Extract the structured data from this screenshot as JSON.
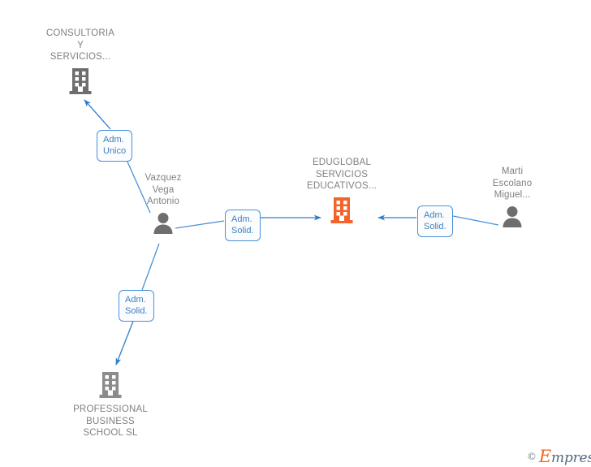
{
  "diagram": {
    "type": "company-relationship-network",
    "center_entity": "EDUGLOBAL SERVICIOS EDUCATIVOS...",
    "nodes": [
      {
        "id": "consultoria",
        "label": "CONSULTORIA\nY\nSERVICIOS...",
        "icon": "building-icon",
        "icon_color": "#6e6e6e",
        "kind": "company",
        "label_position": "above"
      },
      {
        "id": "vazquez",
        "label": "Vazquez\nVega\nAntonio",
        "icon": "person-icon",
        "icon_color": "#6e6e6e",
        "kind": "person",
        "label_position": "above"
      },
      {
        "id": "eduglobal",
        "label": "EDUGLOBAL\nSERVICIOS\nEDUCATIVOS...",
        "icon": "building-icon",
        "icon_color": "#f4632a",
        "kind": "company",
        "label_position": "above"
      },
      {
        "id": "marti",
        "label": "Marti\nEscolano\nMiguel...",
        "icon": "person-icon",
        "icon_color": "#6e6e6e",
        "kind": "person",
        "label_position": "above"
      },
      {
        "id": "professional",
        "label": "PROFESSIONAL\nBUSINESS\nSCHOOL SL",
        "icon": "building-icon",
        "icon_color": "#8c8c8c",
        "kind": "company",
        "label_position": "below"
      }
    ],
    "edges": [
      {
        "id": "e1",
        "from": "vazquez",
        "to": "consultoria",
        "label": "Adm.\nUnico"
      },
      {
        "id": "e2",
        "from": "vazquez",
        "to": "eduglobal",
        "label": "Adm.\nSolid."
      },
      {
        "id": "e3",
        "from": "marti",
        "to": "eduglobal",
        "label": "Adm.\nSolid."
      },
      {
        "id": "e4",
        "from": "vazquez",
        "to": "professional",
        "label": "Adm.\nSolid."
      }
    ],
    "colors": {
      "edge": "#4a90d9",
      "edge_label_text": "#3f7fc1",
      "node_text": "#808080",
      "highlight_entity": "#f4632a"
    }
  },
  "watermark": {
    "copyright": "©",
    "brand_initial": "E",
    "brand_rest": "mpresia"
  }
}
